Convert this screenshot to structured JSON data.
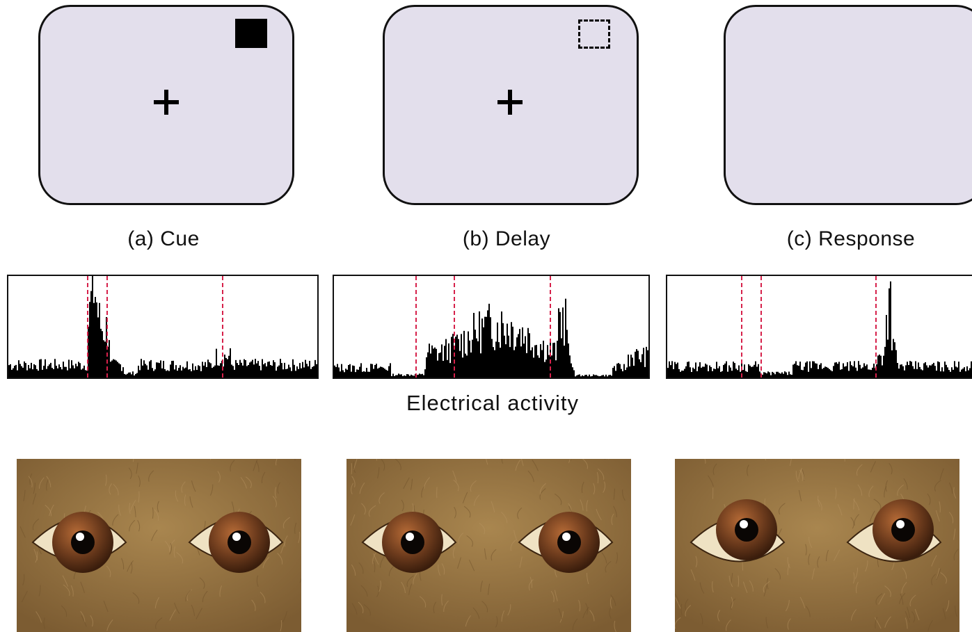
{
  "panels": [
    {
      "id": "a",
      "label": "(a) Cue",
      "cue": "filled"
    },
    {
      "id": "b",
      "label": "(b) Delay",
      "cue": "dashed"
    },
    {
      "id": "c",
      "label": "(c) Response",
      "cue": "none"
    }
  ],
  "caption": "Electrical activity",
  "colors": {
    "screen": "#e3dfec",
    "marker": "#d6204a",
    "fur": "#9b7847",
    "iris": "#6b3a1c"
  },
  "gaze": {
    "a": "center",
    "b": "center",
    "c": "upper-right"
  }
}
